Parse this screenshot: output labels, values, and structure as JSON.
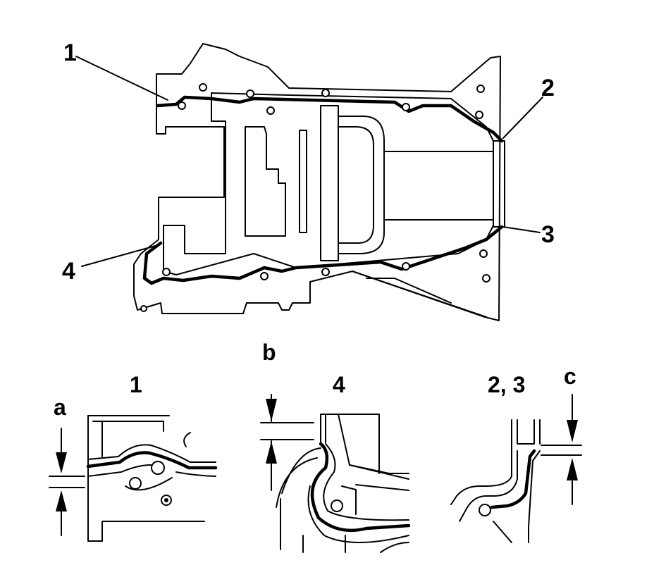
{
  "callouts": {
    "c1": "1",
    "c2": "2",
    "c3": "3",
    "c4": "4"
  },
  "details": {
    "detail_1_title": "1",
    "detail_4_title": "4",
    "detail_23_title": "2, 3"
  },
  "dimensions": {
    "a": "a",
    "b": "b",
    "c": "c"
  }
}
